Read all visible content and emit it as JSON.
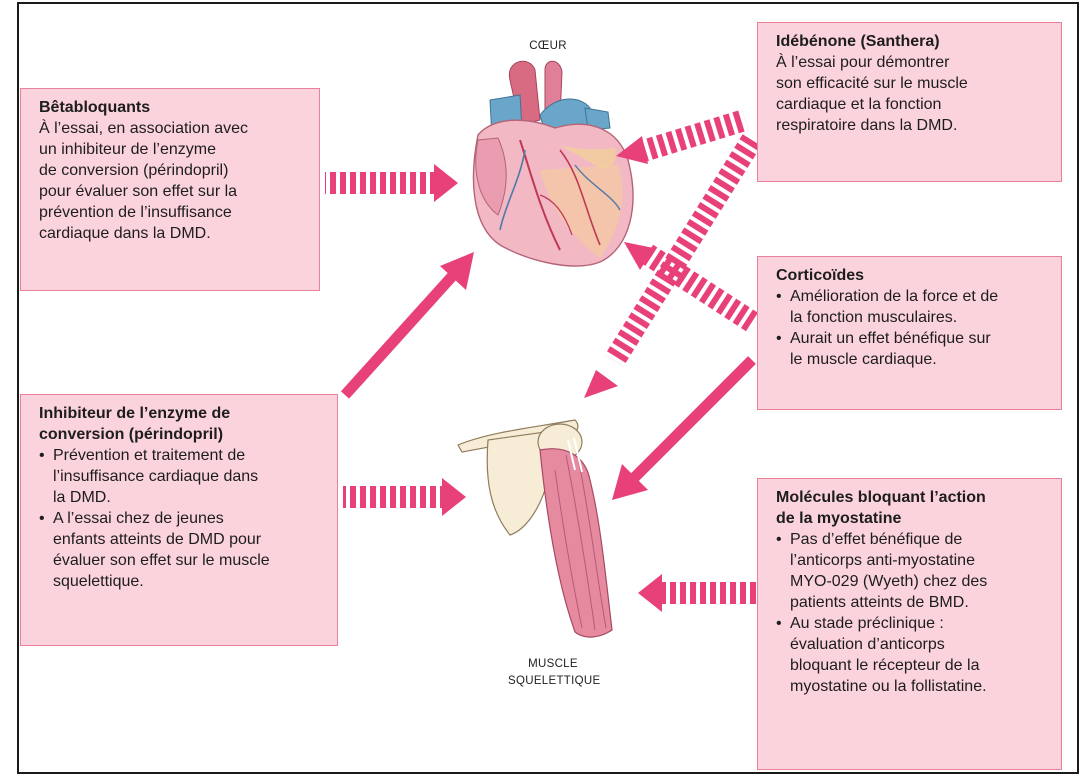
{
  "organs": {
    "heart_label": "CŒUR",
    "muscle_label_line1": "MUSCLE",
    "muscle_label_line2": "SQUELETTIQUE"
  },
  "boxes": {
    "betabloquants": {
      "title": "Bêtabloquants",
      "lines": [
        "À l’essai, en association avec",
        "un inhibiteur de l’enzyme",
        "de conversion (périndopril)",
        "pour évaluer son effet sur la",
        "prévention de l’insuffisance",
        "cardiaque dans la DMD."
      ]
    },
    "idebenone": {
      "title": "Idébénone (Santhera)",
      "lines": [
        "À l’essai pour démontrer",
        "son efficacité sur le muscle",
        "cardiaque et la fonction",
        "respiratoire dans la DMD."
      ]
    },
    "corticoides": {
      "title": "Corticoïdes",
      "bullets": [
        [
          "Amélioration de la force et de",
          "la fonction musculaires."
        ],
        [
          "Aurait un effet bénéfique sur",
          "le muscle cardiaque."
        ]
      ]
    },
    "inhibiteur": {
      "title_lines": [
        "Inhibiteur de l’enzyme de",
        "conversion (périndopril)"
      ],
      "bullets": [
        [
          "Prévention et traitement de",
          "l’insuffisance cardiaque dans",
          "la DMD."
        ],
        [
          "A l’essai chez de jeunes",
          "enfants atteints de DMD pour",
          "évaluer son effet sur le muscle",
          "squelettique."
        ]
      ]
    },
    "myostatine": {
      "title_lines": [
        "Molécules bloquant l’action",
        "de la myostatine"
      ],
      "bullets": [
        [
          "Pas d’effet bénéfique de",
          "l’anticorps anti-myostatine",
          "MYO-029 (Wyeth) chez des",
          "patients atteints de BMD."
        ],
        [
          "Au stade préclinique :",
          "évaluation d’anticorps",
          "bloquant le récepteur de la",
          "myostatine ou la follistatine."
        ]
      ]
    }
  },
  "colors": {
    "arrow": "#e8417a",
    "box_fill": "#fbd3dc",
    "box_border": "#e9819b",
    "frame": "#1a1a1a"
  }
}
